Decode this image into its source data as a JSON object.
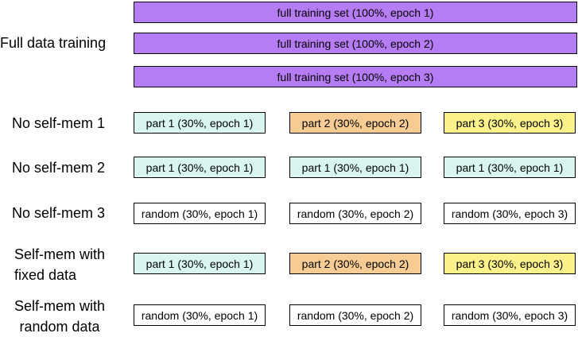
{
  "colors": {
    "full": "#b57cf3",
    "part1": "#d9f5ef",
    "part2": "#f6cc94",
    "part3": "#fbf28b",
    "random": "#ffffff"
  },
  "rows": [
    {
      "label": "Full data training",
      "full_boxes": [
        "full training set (100%, epoch 1)",
        "full training set (100%, epoch 2)",
        "full training set (100%, epoch 3)"
      ]
    },
    {
      "label": "No self-mem 1",
      "boxes": [
        {
          "text": "part 1 (30%, epoch 1)",
          "color": "part1"
        },
        {
          "text": "part 2 (30%, epoch 2)",
          "color": "part2"
        },
        {
          "text": "part 3 (30%, epoch 3)",
          "color": "part3"
        }
      ]
    },
    {
      "label": "No self-mem 2",
      "boxes": [
        {
          "text": "part 1 (30%, epoch 1)",
          "color": "part1"
        },
        {
          "text": "part 1 (30%, epoch 1)",
          "color": "part1"
        },
        {
          "text": "part 1 (30%, epoch 1)",
          "color": "part1"
        }
      ]
    },
    {
      "label": "No self-mem 3",
      "boxes": [
        {
          "text": "random (30%, epoch 1)",
          "color": "random"
        },
        {
          "text": "random (30%, epoch 2)",
          "color": "random"
        },
        {
          "text": "random (30%, epoch 3)",
          "color": "random"
        }
      ]
    },
    {
      "label_lines": [
        "Self-mem with",
        "fixed data"
      ],
      "boxes": [
        {
          "text": "part 1 (30%, epoch 1)",
          "color": "part1"
        },
        {
          "text": "part 2 (30%, epoch 2)",
          "color": "part2"
        },
        {
          "text": "part 3 (30%, epoch 3)",
          "color": "part3"
        }
      ]
    },
    {
      "label_lines": [
        "Self-mem with",
        "random data"
      ],
      "boxes": [
        {
          "text": "random (30%, epoch 1)",
          "color": "random"
        },
        {
          "text": "random (30%, epoch 2)",
          "color": "random"
        },
        {
          "text": "random (30%, epoch 3)",
          "color": "random"
        }
      ]
    }
  ]
}
